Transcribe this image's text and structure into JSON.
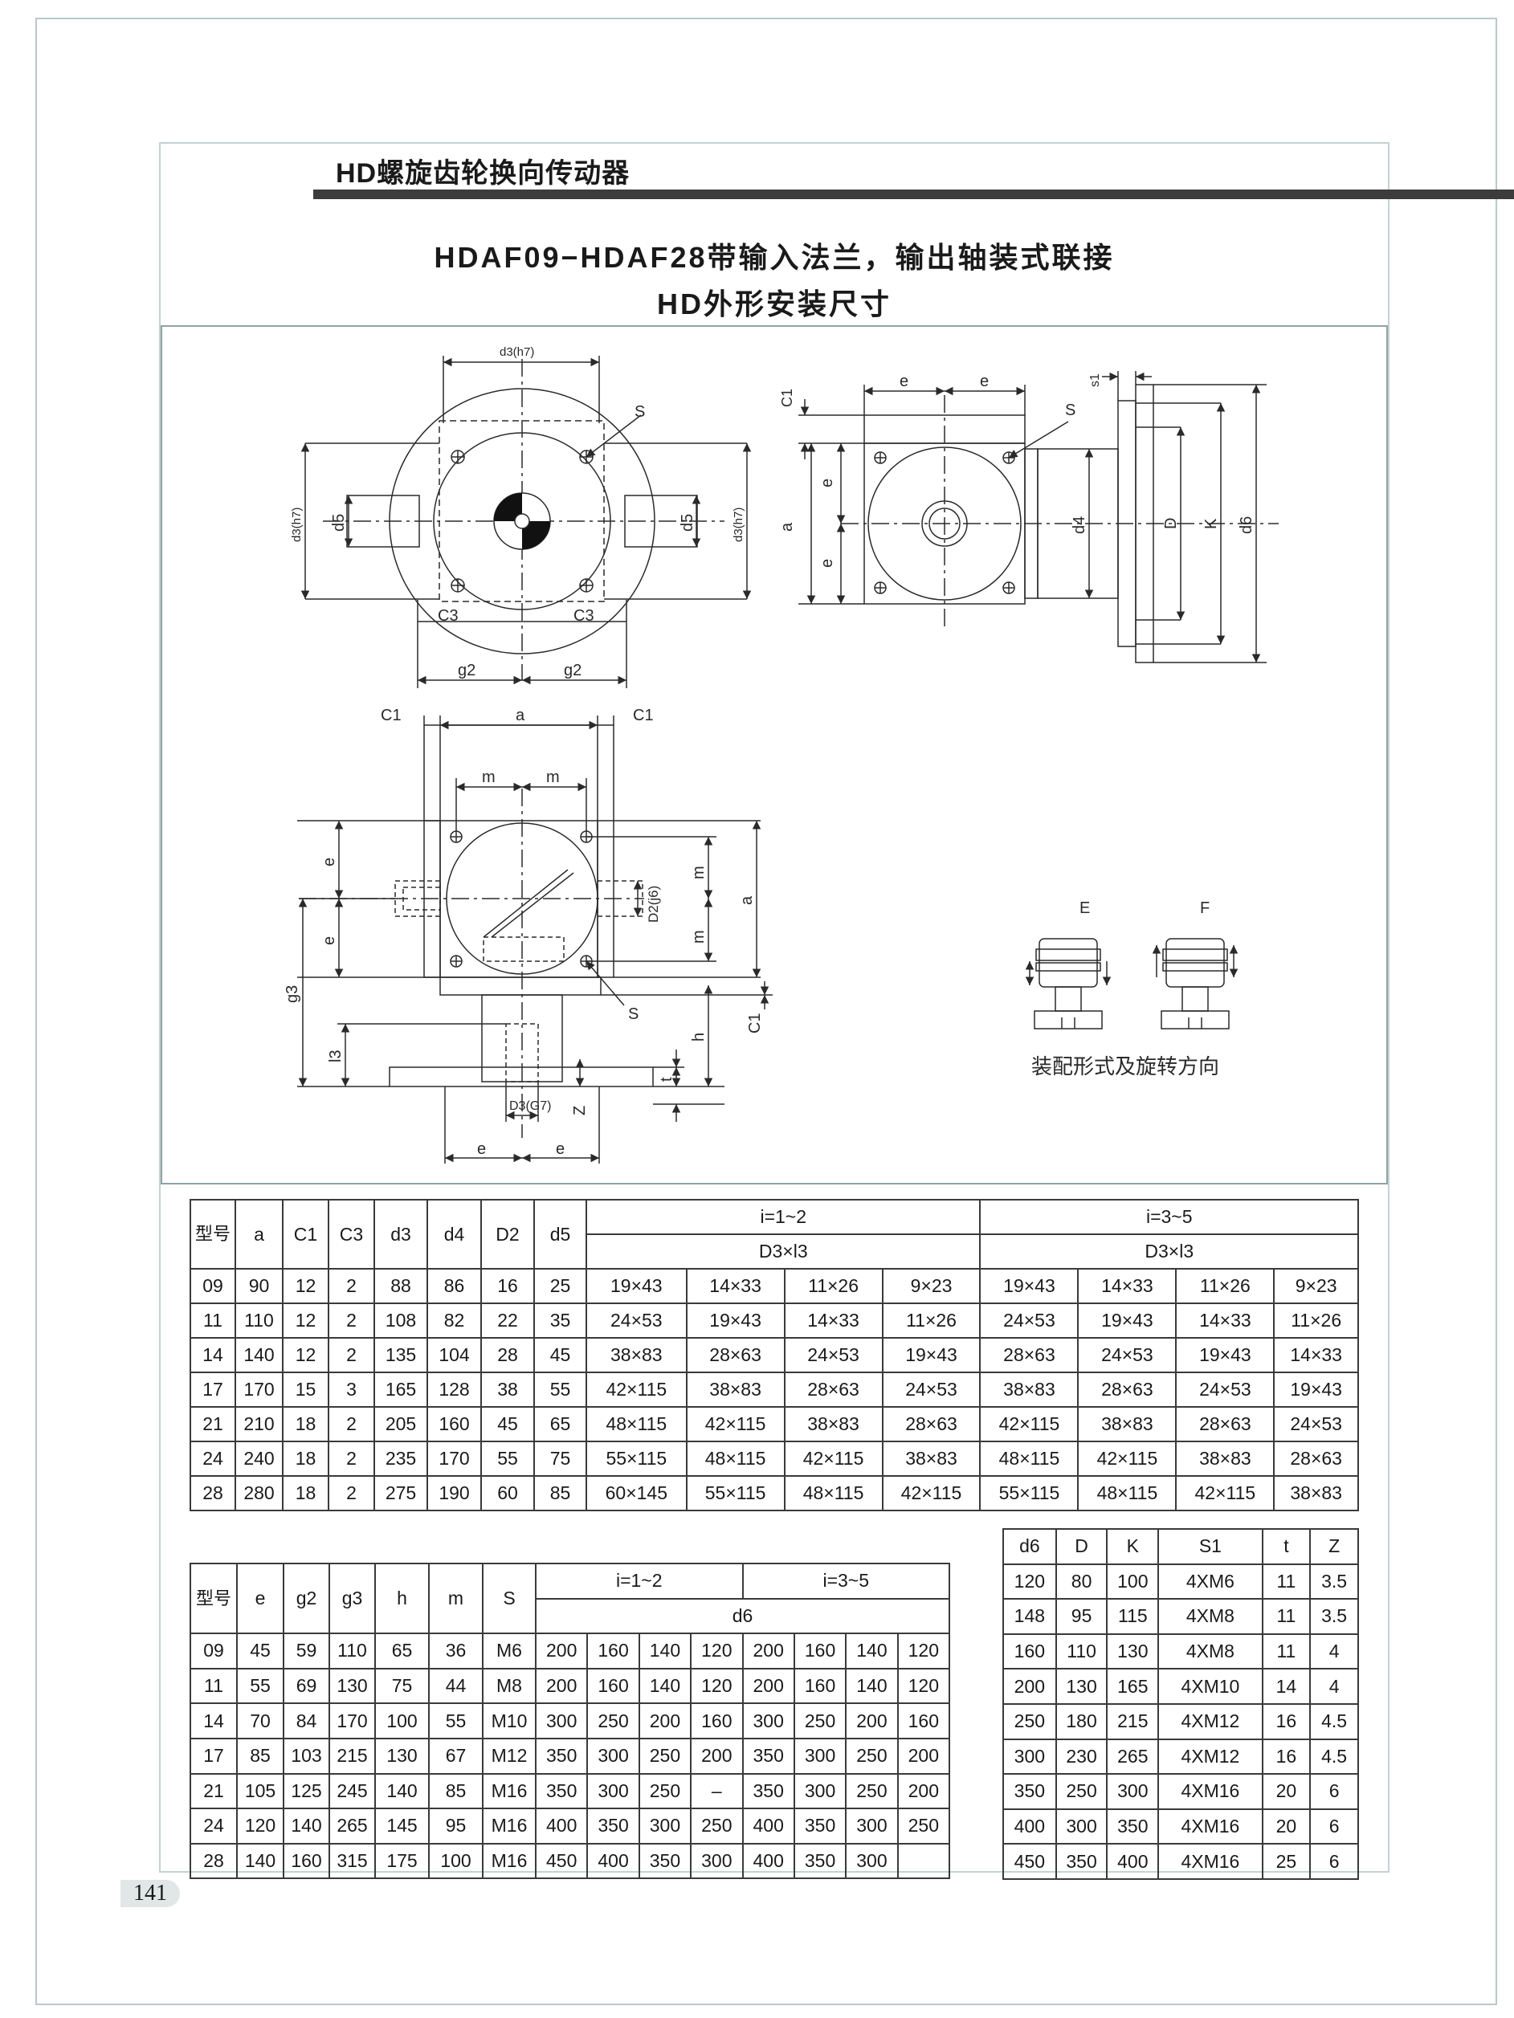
{
  "header": {
    "title": "HD螺旋齿轮换向传动器"
  },
  "main_title": {
    "line1": "HDAF09−HDAF28带输入法兰，输出轴装式联接",
    "line2": "HD外形安装尺寸"
  },
  "drawing": {
    "labels": {
      "d3h7": "d3(h7)",
      "S": "S",
      "d5": "d5",
      "C3": "C3",
      "g2": "g2",
      "C1": "C1",
      "e": "e",
      "a": "a",
      "s1": "s1",
      "d4": "d4",
      "D": "D",
      "K": "K",
      "d6": "d6",
      "m": "m",
      "D2j6": "D2(j6)",
      "g3": "g3",
      "h": "h",
      "l3": "l3",
      "t": "t",
      "Z": "Z",
      "D3G7": "D3(G7)",
      "E": "E",
      "F": "F"
    },
    "assembly_caption": "装配形式及旋转方向"
  },
  "table1": {
    "col_model": "型号",
    "headers": [
      "a",
      "C1",
      "C3",
      "d3",
      "d4",
      "D2",
      "d5"
    ],
    "group1": "i=1~2",
    "group2": "i=3~5",
    "sub": "D3×l3",
    "rows": [
      [
        "09",
        "90",
        "12",
        "2",
        "88",
        "86",
        "16",
        "25",
        "19×43",
        "14×33",
        "11×26",
        "9×23",
        "19×43",
        "14×33",
        "11×26",
        "9×23"
      ],
      [
        "11",
        "110",
        "12",
        "2",
        "108",
        "82",
        "22",
        "35",
        "24×53",
        "19×43",
        "14×33",
        "11×26",
        "24×53",
        "19×43",
        "14×33",
        "11×26"
      ],
      [
        "14",
        "140",
        "12",
        "2",
        "135",
        "104",
        "28",
        "45",
        "38×83",
        "28×63",
        "24×53",
        "19×43",
        "28×63",
        "24×53",
        "19×43",
        "14×33"
      ],
      [
        "17",
        "170",
        "15",
        "3",
        "165",
        "128",
        "38",
        "55",
        "42×115",
        "38×83",
        "28×63",
        "24×53",
        "38×83",
        "28×63",
        "24×53",
        "19×43"
      ],
      [
        "21",
        "210",
        "18",
        "2",
        "205",
        "160",
        "45",
        "65",
        "48×115",
        "42×115",
        "38×83",
        "28×63",
        "42×115",
        "38×83",
        "28×63",
        "24×53"
      ],
      [
        "24",
        "240",
        "18",
        "2",
        "235",
        "170",
        "55",
        "75",
        "55×115",
        "48×115",
        "42×115",
        "38×83",
        "48×115",
        "42×115",
        "38×83",
        "28×63"
      ],
      [
        "28",
        "280",
        "18",
        "2",
        "275",
        "190",
        "60",
        "85",
        "60×145",
        "55×115",
        "48×115",
        "42×115",
        "55×115",
        "48×115",
        "42×115",
        "38×83"
      ]
    ]
  },
  "table2": {
    "col_model": "型号",
    "headers": [
      "e",
      "g2",
      "g3",
      "h",
      "m",
      "S"
    ],
    "group1": "i=1~2",
    "group2": "i=3~5",
    "sub": "d6",
    "rows": [
      [
        "09",
        "45",
        "59",
        "110",
        "65",
        "36",
        "M6",
        "200",
        "160",
        "140",
        "120",
        "200",
        "160",
        "140",
        "120"
      ],
      [
        "11",
        "55",
        "69",
        "130",
        "75",
        "44",
        "M8",
        "200",
        "160",
        "140",
        "120",
        "200",
        "160",
        "140",
        "120"
      ],
      [
        "14",
        "70",
        "84",
        "170",
        "100",
        "55",
        "M10",
        "300",
        "250",
        "200",
        "160",
        "300",
        "250",
        "200",
        "160"
      ],
      [
        "17",
        "85",
        "103",
        "215",
        "130",
        "67",
        "M12",
        "350",
        "300",
        "250",
        "200",
        "350",
        "300",
        "250",
        "200"
      ],
      [
        "21",
        "105",
        "125",
        "245",
        "140",
        "85",
        "M16",
        "350",
        "300",
        "250",
        "–",
        "350",
        "300",
        "250",
        "200"
      ],
      [
        "24",
        "120",
        "140",
        "265",
        "145",
        "95",
        "M16",
        "400",
        "350",
        "300",
        "250",
        "400",
        "350",
        "300",
        "250"
      ],
      [
        "28",
        "140",
        "160",
        "315",
        "175",
        "100",
        "M16",
        "450",
        "400",
        "350",
        "300",
        "400",
        "350",
        "300",
        ""
      ]
    ]
  },
  "table3": {
    "headers": [
      "d6",
      "D",
      "K",
      "S1",
      "t",
      "Z"
    ],
    "rows": [
      [
        "120",
        "80",
        "100",
        "4XM6",
        "11",
        "3.5"
      ],
      [
        "148",
        "95",
        "115",
        "4XM8",
        "11",
        "3.5"
      ],
      [
        "160",
        "110",
        "130",
        "4XM8",
        "11",
        "4"
      ],
      [
        "200",
        "130",
        "165",
        "4XM10",
        "14",
        "4"
      ],
      [
        "250",
        "180",
        "215",
        "4XM12",
        "16",
        "4.5"
      ],
      [
        "300",
        "230",
        "265",
        "4XM12",
        "16",
        "4.5"
      ],
      [
        "350",
        "250",
        "300",
        "4XM16",
        "20",
        "6"
      ],
      [
        "400",
        "300",
        "350",
        "4XM16",
        "20",
        "6"
      ],
      [
        "450",
        "350",
        "400",
        "4XM16",
        "25",
        "6"
      ]
    ]
  },
  "page_number": "141"
}
